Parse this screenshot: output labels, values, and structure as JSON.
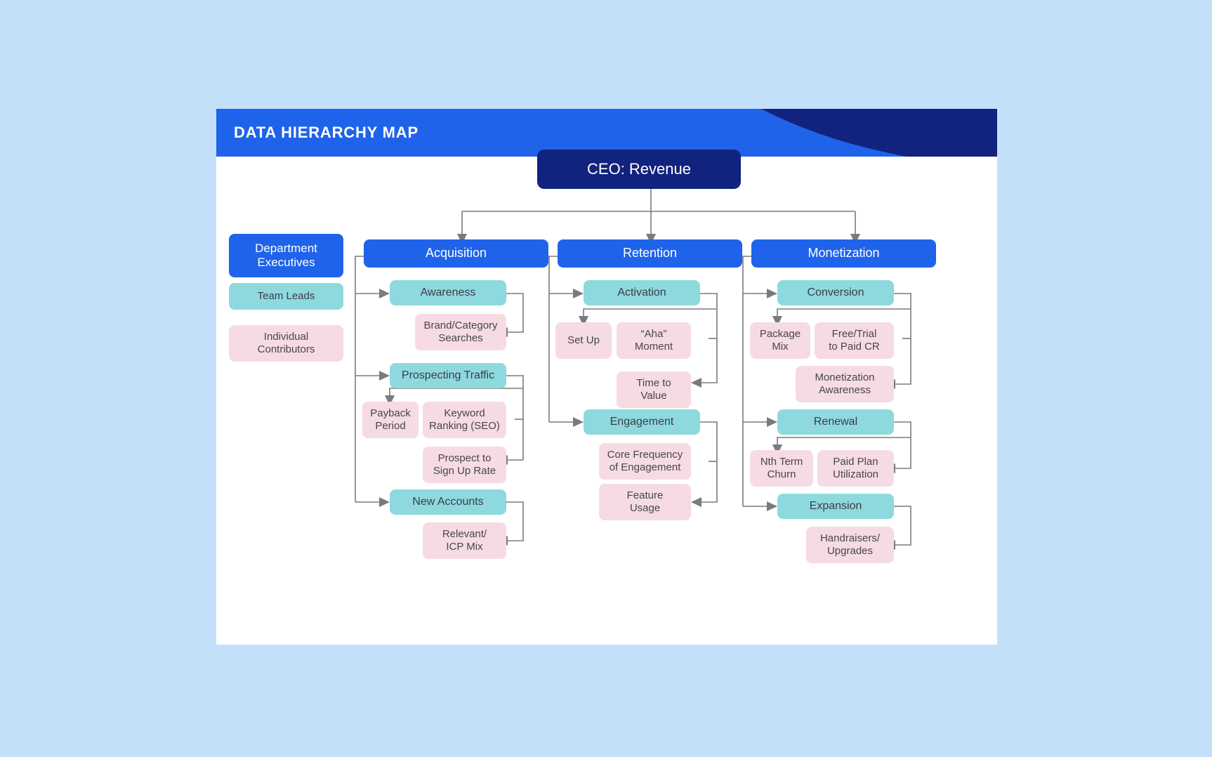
{
  "page": {
    "background_color": "#c3e0fb",
    "card_background": "#ffffff"
  },
  "header": {
    "title": "DATA HIERARCHY MAP",
    "background_color": "#1f63ea",
    "accent_color": "#11237f",
    "title_color": "#ffffff"
  },
  "palette": {
    "root": "#11237f",
    "level1": "#1f63ea",
    "level2": "#8ed9de",
    "level3": "#f6dbe3",
    "connector": "#7a7a80"
  },
  "legend": {
    "items": [
      {
        "label": "Department\nExecutives",
        "tier": "executives",
        "color": "#1f63ea"
      },
      {
        "label": "Team Leads",
        "tier": "team-leads",
        "color": "#8ed9de"
      },
      {
        "label": "Individual\nContributors",
        "tier": "individual-contributors",
        "color": "#f6dbe3"
      }
    ]
  },
  "root": {
    "label": "CEO: Revenue"
  },
  "branches": [
    {
      "key": "acquisition",
      "label": "Acquisition",
      "groups": [
        {
          "key": "awareness",
          "label": "Awareness",
          "metrics": [
            {
              "key": "brand-category-searches",
              "label": "Brand/Category\nSearches"
            }
          ]
        },
        {
          "key": "prospecting-traffic",
          "label": "Prospecting Traffic",
          "metrics": [
            {
              "key": "payback-period",
              "label": "Payback\nPeriod"
            },
            {
              "key": "keyword-ranking-seo",
              "label": "Keyword\nRanking (SEO)"
            },
            {
              "key": "prospect-to-sign-up-rate",
              "label": "Prospect to\nSign Up Rate"
            }
          ]
        },
        {
          "key": "new-accounts",
          "label": "New Accounts",
          "metrics": [
            {
              "key": "relevant-icp-mix",
              "label": "Relevant/\nICP Mix"
            }
          ]
        }
      ]
    },
    {
      "key": "retention",
      "label": "Retention",
      "groups": [
        {
          "key": "activation",
          "label": "Activation",
          "metrics": [
            {
              "key": "set-up",
              "label": "Set Up"
            },
            {
              "key": "aha-moment",
              "label": "“Aha”\nMoment"
            },
            {
              "key": "time-to-value",
              "label": "Time to\nValue"
            }
          ]
        },
        {
          "key": "engagement",
          "label": "Engagement",
          "metrics": [
            {
              "key": "core-frequency-of-engagement",
              "label": "Core Frequency\nof Engagement"
            },
            {
              "key": "feature-usage",
              "label": "Feature\nUsage"
            }
          ]
        }
      ]
    },
    {
      "key": "monetization",
      "label": "Monetization",
      "groups": [
        {
          "key": "conversion",
          "label": "Conversion",
          "metrics": [
            {
              "key": "package-mix",
              "label": "Package\nMix"
            },
            {
              "key": "free-trial-to-paid-cr",
              "label": "Free/Trial\nto Paid CR"
            },
            {
              "key": "monetization-awareness",
              "label": "Monetization\nAwareness"
            }
          ]
        },
        {
          "key": "renewal",
          "label": "Renewal",
          "metrics": [
            {
              "key": "nth-term-churn",
              "label": "Nth Term\nChurn"
            },
            {
              "key": "paid-plan-utilization",
              "label": "Paid Plan\nUtilization"
            }
          ]
        },
        {
          "key": "expansion",
          "label": "Expansion",
          "metrics": [
            {
              "key": "handraisers-upgrades",
              "label": "Handraisers/\nUpgrades"
            }
          ]
        }
      ]
    }
  ]
}
